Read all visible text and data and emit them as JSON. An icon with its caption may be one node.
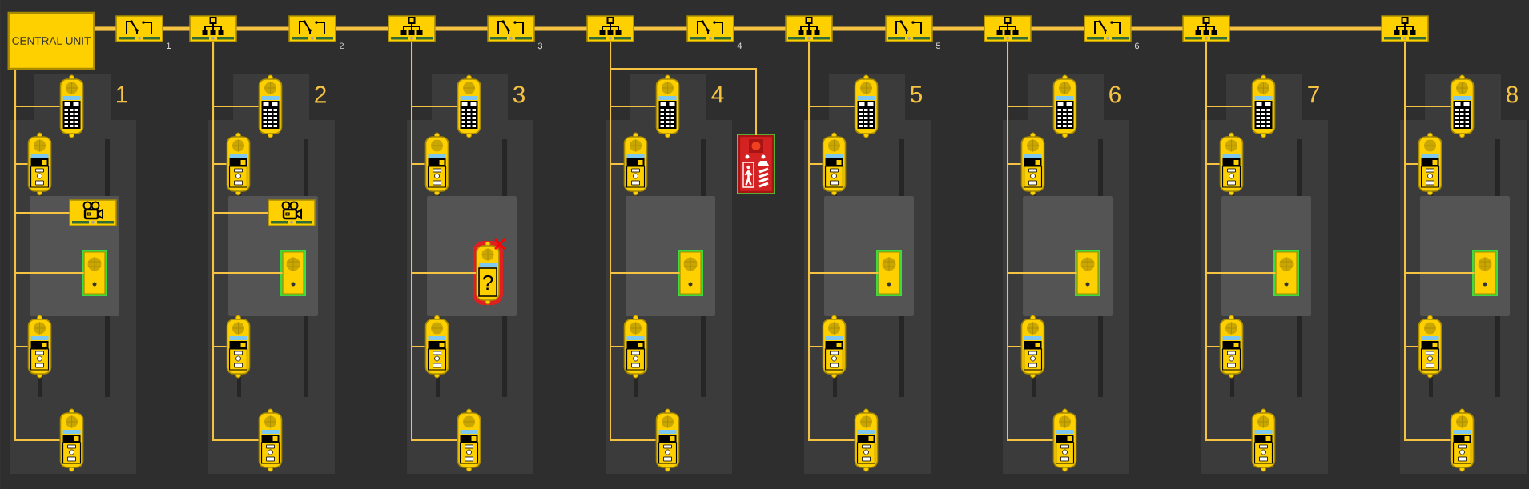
{
  "diagram": {
    "nodes": [
      {
        "text": [
          "CENTRAL UNIT"
        ]
      },
      {
        "text": [],
        "shape": "picture",
        "beside": [
          "1"
        ]
      },
      {
        "text": [],
        "shape": "picture"
      },
      {
        "text": [],
        "shape": "picture",
        "beside": [
          "2"
        ]
      },
      {
        "text": [],
        "shape": "picture"
      },
      {
        "text": [],
        "shape": "picture",
        "beside": [
          "3"
        ]
      },
      {
        "text": [],
        "shape": "picture"
      },
      {
        "text": [],
        "shape": "picture",
        "beside": [
          "4"
        ]
      },
      {
        "text": [],
        "shape": "picture"
      },
      {
        "text": [],
        "shape": "picture",
        "beside": [
          "5"
        ]
      },
      {
        "text": [],
        "shape": "picture"
      },
      {
        "text": [],
        "shape": "picture",
        "beside": [
          "6"
        ]
      },
      {
        "text": [],
        "shape": "picture"
      },
      {
        "text": [],
        "shape": "picture"
      },
      {
        "text": [],
        "shape": "picture"
      },
      {
        "text": [],
        "shape": "picture"
      },
      {
        "text": [],
        "shape": "picture"
      },
      {
        "text": [],
        "shape": "picture"
      },
      {
        "text": [],
        "shape": "picture"
      },
      {
        "text": [],
        "shape": "picture"
      },
      {
        "text": [],
        "shape": "picture"
      },
      {
        "text": [],
        "shape": "picture"
      },
      {
        "text": [],
        "shape": "picture"
      },
      {
        "text": [],
        "shape": "picture"
      },
      {
        "text": [],
        "shape": "picture"
      },
      {
        "text": [],
        "shape": "picture"
      },
      {
        "text": [],
        "shape": "picture"
      },
      {
        "text": [],
        "shape": "picture"
      },
      {
        "text": [
          "?"
        ]
      },
      {
        "text": [],
        "shape": "picture"
      },
      {
        "text": [],
        "shape": "picture"
      },
      {
        "text": [],
        "shape": "picture"
      },
      {
        "text": [],
        "shape": "picture"
      },
      {
        "text": [],
        "shape": "picture"
      },
      {
        "text": [],
        "shape": "picture"
      },
      {
        "text": [],
        "shape": "picture"
      },
      {
        "text": [],
        "shape": "picture"
      },
      {
        "text": [],
        "shape": "picture"
      },
      {
        "text": [],
        "shape": "picture"
      },
      {
        "text": [],
        "shape": "picture"
      },
      {
        "text": [],
        "shape": "picture"
      },
      {
        "text": [],
        "shape": "picture"
      },
      {
        "text": [],
        "shape": "picture"
      },
      {
        "text": [],
        "shape": "picture"
      },
      {
        "text": [],
        "shape": "picture"
      },
      {
        "text": [],
        "shape": "picture"
      },
      {
        "text": [],
        "shape": "picture"
      },
      {
        "text": [],
        "shape": "picture"
      },
      {
        "text": [],
        "shape": "picture"
      },
      {
        "text": [],
        "shape": "picture"
      },
      {
        "text": [],
        "shape": "picture"
      },
      {
        "text": [],
        "shape": "picture"
      },
      {
        "text": [],
        "shape": "picture"
      },
      {
        "text": [],
        "shape": "picture"
      },
      {
        "text": [],
        "shape": "picture"
      },
      {
        "text": [],
        "shape": "picture"
      },
      {
        "text": [],
        "shape": "picture"
      }
    ],
    "edges": [
      {
        "from": 0,
        "to": 1,
        "arrow": "none",
        "style": "thick"
      },
      {
        "from": 1,
        "to": 2,
        "arrow": "none",
        "style": "thick"
      },
      {
        "from": 2,
        "to": 3,
        "arrow": "none",
        "style": "thick"
      },
      {
        "from": 3,
        "to": 4,
        "arrow": "none",
        "style": "thick"
      },
      {
        "from": 4,
        "to": 5,
        "arrow": "none",
        "style": "thick"
      },
      {
        "from": 5,
        "to": 6,
        "arrow": "none",
        "style": "thick"
      },
      {
        "from": 6,
        "to": 7,
        "arrow": "none",
        "style": "thick"
      },
      {
        "from": 7,
        "to": 8,
        "arrow": "none",
        "style": "thick"
      },
      {
        "from": 8,
        "to": 9,
        "arrow": "none",
        "style": "thick"
      },
      {
        "from": 9,
        "to": 10,
        "arrow": "none",
        "style": "thick"
      },
      {
        "from": 10,
        "to": 11,
        "arrow": "none",
        "style": "thick"
      },
      {
        "from": 11,
        "to": 12,
        "arrow": "none",
        "style": "thick"
      },
      {
        "from": 12,
        "to": 13,
        "arrow": "none",
        "style": "thick"
      },
      {
        "from": 0,
        "to": 14,
        "arrow": "none"
      },
      {
        "from": 0,
        "to": 15,
        "arrow": "none"
      },
      {
        "from": 0,
        "to": 16,
        "arrow": "none"
      },
      {
        "from": 0,
        "to": 17,
        "arrow": "none"
      },
      {
        "from": 0,
        "to": 18,
        "arrow": "none"
      },
      {
        "from": 0,
        "to": 19,
        "arrow": "none"
      },
      {
        "from": 2,
        "to": 20,
        "arrow": "none"
      },
      {
        "from": 2,
        "to": 21,
        "arrow": "none"
      },
      {
        "from": 2,
        "to": 22,
        "arrow": "none"
      },
      {
        "from": 2,
        "to": 23,
        "arrow": "none"
      },
      {
        "from": 2,
        "to": 24,
        "arrow": "none"
      },
      {
        "from": 2,
        "to": 25,
        "arrow": "none"
      },
      {
        "from": 4,
        "to": 26,
        "arrow": "none"
      },
      {
        "from": 4,
        "to": 27,
        "arrow": "none"
      },
      {
        "from": 4,
        "to": 28,
        "arrow": "none"
      },
      {
        "from": 4,
        "to": 29,
        "arrow": "none"
      },
      {
        "from": 4,
        "to": 30,
        "arrow": "none"
      },
      {
        "from": 6,
        "to": 31,
        "arrow": "none"
      },
      {
        "from": 6,
        "to": 32,
        "arrow": "none"
      },
      {
        "from": 6,
        "to": 33,
        "arrow": "none"
      },
      {
        "from": 6,
        "to": 34,
        "arrow": "none"
      },
      {
        "from": 6,
        "to": 35,
        "arrow": "none"
      },
      {
        "from": 6,
        "to": 36,
        "arrow": "none"
      },
      {
        "from": 8,
        "to": 37,
        "arrow": "none"
      },
      {
        "from": 8,
        "to": 38,
        "arrow": "none"
      },
      {
        "from": 8,
        "to": 39,
        "arrow": "none"
      },
      {
        "from": 8,
        "to": 40,
        "arrow": "none"
      },
      {
        "from": 8,
        "to": 41,
        "arrow": "none"
      },
      {
        "from": 10,
        "to": 42,
        "arrow": "none"
      },
      {
        "from": 10,
        "to": 43,
        "arrow": "none"
      },
      {
        "from": 10,
        "to": 44,
        "arrow": "none"
      },
      {
        "from": 10,
        "to": 45,
        "arrow": "none"
      },
      {
        "from": 10,
        "to": 46,
        "arrow": "none"
      },
      {
        "from": 12,
        "to": 47,
        "arrow": "none"
      },
      {
        "from": 12,
        "to": 48,
        "arrow": "none"
      },
      {
        "from": 12,
        "to": 49,
        "arrow": "none"
      },
      {
        "from": 12,
        "to": 50,
        "arrow": "none"
      },
      {
        "from": 12,
        "to": 51,
        "arrow": "none"
      },
      {
        "from": 13,
        "to": 52,
        "arrow": "none"
      },
      {
        "from": 13,
        "to": 53,
        "arrow": "none"
      },
      {
        "from": 13,
        "to": 54,
        "arrow": "none"
      },
      {
        "from": 13,
        "to": 55,
        "arrow": "none"
      },
      {
        "from": 13,
        "to": 56,
        "arrow": "none"
      }
    ],
    "labels": [
      "1",
      "2",
      "3",
      "4",
      "5",
      "6",
      "7",
      "8"
    ]
  }
}
